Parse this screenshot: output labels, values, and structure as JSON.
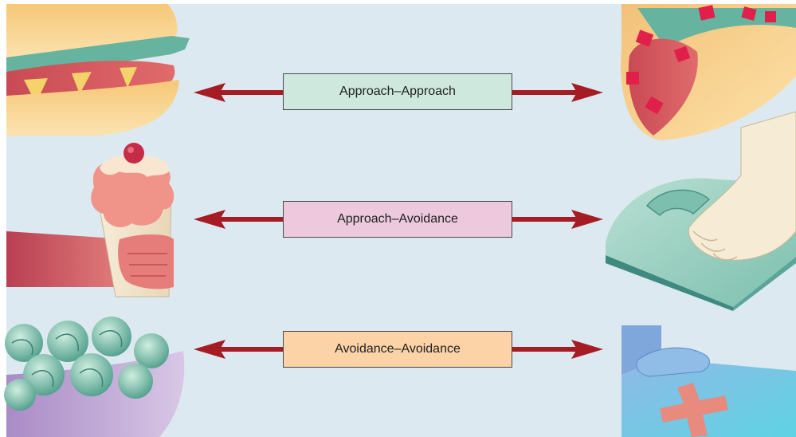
{
  "colors": {
    "background": "#dde9f0",
    "arrow": "#a61c24",
    "approach_approach_box": "#cfe8dd",
    "approach_avoidance_box": "#ecc9dc",
    "avoidance_avoidance_box": "#fbd3a6"
  },
  "rows": [
    {
      "label": "Approach–Approach",
      "left_icon": "hamburger-icon",
      "right_icon": "taco-icon"
    },
    {
      "label": "Approach–Avoidance",
      "left_icon": "ice-cream-cone-icon",
      "right_icon": "bathroom-scale-icon"
    },
    {
      "label": "Avoidance–Avoidance",
      "left_icon": "brussels-sprouts-bowl-icon",
      "right_icon": "hospital-bed-icon"
    }
  ]
}
